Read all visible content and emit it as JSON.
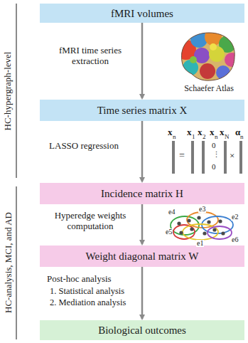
{
  "diagram": {
    "nodes": [
      {
        "text": [
          "fMRI volumes"
        ]
      },
      {
        "text": [
          "Time series matrix X"
        ]
      },
      {
        "text": [
          "Incidence matrix H"
        ]
      },
      {
        "text": [
          "Weight diagonal matrix W"
        ]
      },
      {
        "text": [
          "Biological outcomes"
        ]
      }
    ],
    "edges": [
      {
        "from": 0,
        "to": 1,
        "arrow": "to"
      },
      {
        "from": 1,
        "to": 2,
        "arrow": "to"
      },
      {
        "from": 2,
        "to": 3,
        "arrow": "to"
      },
      {
        "from": 3,
        "to": 4,
        "arrow": "to"
      }
    ],
    "labels": [
      "HC-hypergraph-level",
      "HC-analysis, MCI, and AD",
      "fMRI time series extraction",
      "Schaefer Atlas",
      "LASSO regression",
      "x",
      "n",
      "x",
      "1",
      "x",
      "2",
      "x",
      "n",
      "x",
      "N",
      "α",
      "n",
      "=",
      "0",
      "⋮",
      "0",
      "×",
      "Hyperedge weights computation",
      "e4",
      "e3",
      "e2",
      "e5",
      "e1",
      "e6",
      "Post-hoc analysis",
      "1. Statistical analysis",
      "2. Mediation analysis"
    ]
  }
}
